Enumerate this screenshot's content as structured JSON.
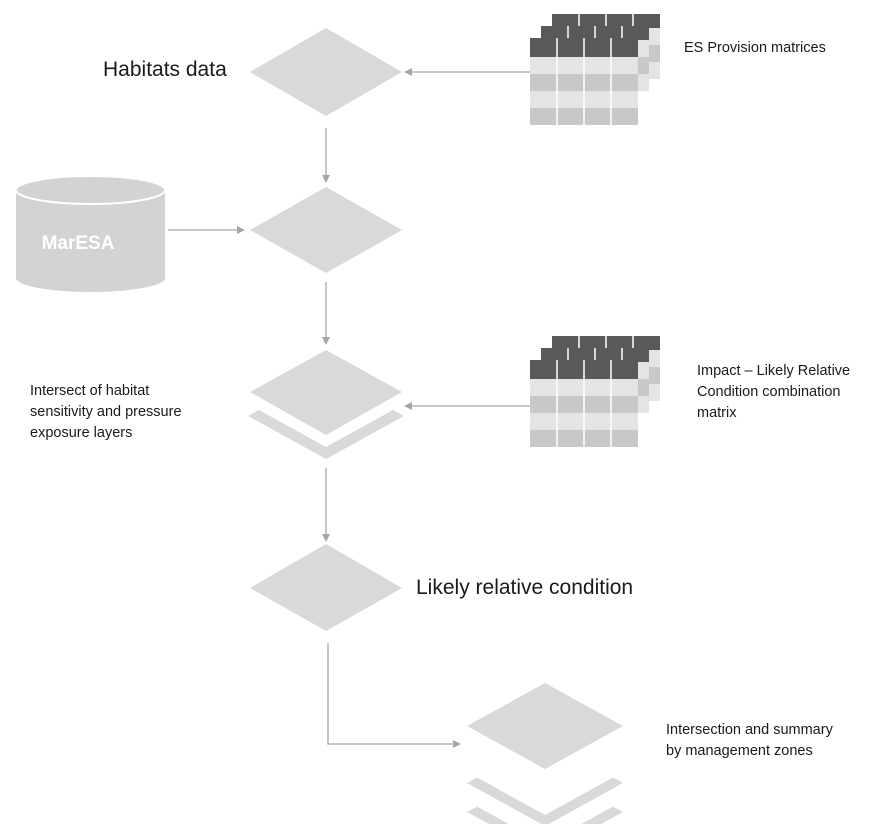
{
  "labels": {
    "habitats_data": "Habitats data",
    "es_provision": "ES Provision matrices",
    "maresa": "MarESA",
    "intersect_line1": "Intersect of habitat",
    "intersect_line2": "sensitivity and pressure",
    "intersect_line3": "exposure layers",
    "impact_line1": "Impact – Likely Relative",
    "impact_line2": "Condition combination",
    "impact_line3": "matrix",
    "likely_condition": "Likely relative condition",
    "summary_line1": "Intersection and summary",
    "summary_line2": "by management zones"
  },
  "colors": {
    "shape_fill": "#d9d9d9",
    "shape_light": "#e6e6e6",
    "cylinder_fill": "#d3d3d3",
    "cylinder_text": "#ffffff",
    "connector": "#a6a6a6",
    "matrix_header": "#595959",
    "matrix_row_dark": "#c8c8c8",
    "matrix_row_light": "#e4e4e4",
    "text": "#1a1a1a"
  }
}
